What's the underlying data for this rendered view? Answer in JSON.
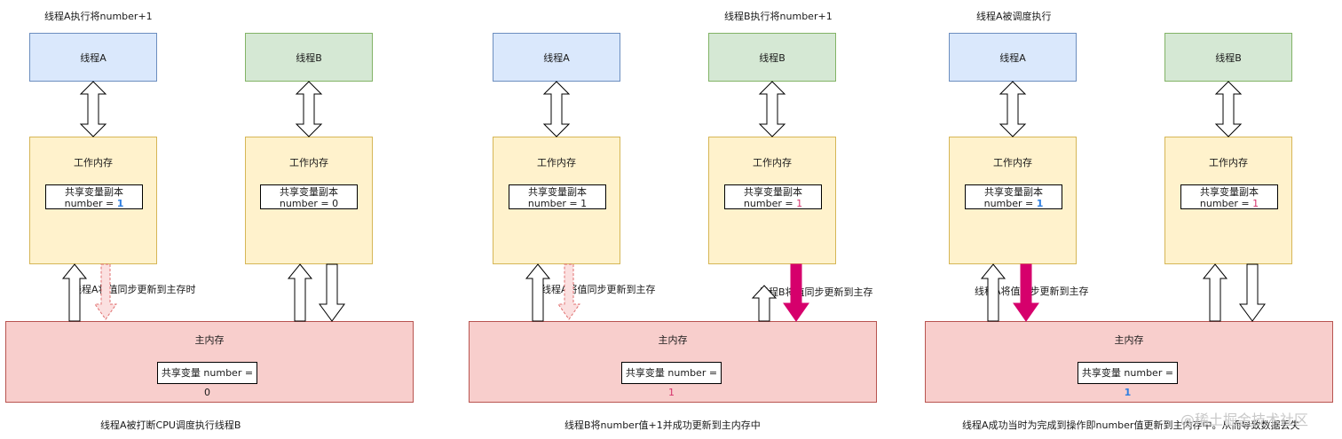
{
  "colors": {
    "thread_a_fill": "#dae8fc",
    "thread_b_fill": "#d5e8d4",
    "work_fill": "#fff2cc",
    "main_fill": "#f8cecc",
    "highlight_arrow": "#d6006c",
    "dashed_arrow": "#e07070"
  },
  "panels": [
    {
      "top_caption": "线程A执行将number+1",
      "thread_a": "线程A",
      "thread_b": "线程B",
      "work_a": {
        "title": "工作内存",
        "copy_title": "共享变量副本",
        "copy_prefix": "number = ",
        "copy_value": "1"
      },
      "work_b": {
        "title": "工作内存",
        "copy_title": "共享变量副本",
        "copy_prefix": "number = ",
        "copy_value": "0"
      },
      "arrow_label": "线程A将值同步更新到主存时",
      "main": {
        "title": "主内存",
        "shared_prefix": "共享变量 number = ",
        "shared_value": "0"
      },
      "bottom_caption": "线程A被打断CPU调度执行线程B"
    },
    {
      "top_caption": "线程B执行将number+1",
      "thread_a": "线程A",
      "thread_b": "线程B",
      "work_a": {
        "title": "工作内存",
        "copy_title": "共享变量副本",
        "copy_prefix": "number = ",
        "copy_value": "1"
      },
      "work_b": {
        "title": "工作内存",
        "copy_title": "共享变量副本",
        "copy_prefix": "number = ",
        "copy_value": "1"
      },
      "arrow_label_a": "线程A将值同步更新到主存",
      "arrow_label_b": "线程B将值同步更新到主存",
      "main": {
        "title": "主内存",
        "shared_prefix": "共享变量 number = ",
        "shared_value": "1"
      },
      "bottom_caption": "线程B将number值+1并成功更新到主内存中"
    },
    {
      "top_caption": "线程A被调度执行",
      "thread_a": "线程A",
      "thread_b": "线程B",
      "work_a": {
        "title": "工作内存",
        "copy_title": "共享变量副本",
        "copy_prefix": "number = ",
        "copy_value": "1"
      },
      "work_b": {
        "title": "工作内存",
        "copy_title": "共享变量副本",
        "copy_prefix": "number = ",
        "copy_value": "1"
      },
      "arrow_label": "线程A将值同步更新到主存",
      "main": {
        "title": "主内存",
        "shared_prefix": "共享变量 number = ",
        "shared_value": "1"
      },
      "bottom_caption": "线程A成功当时为完成到操作即number值更新到主内存中。从而导致数据丢失"
    }
  ],
  "watermark": "@稀土掘金技术社区"
}
